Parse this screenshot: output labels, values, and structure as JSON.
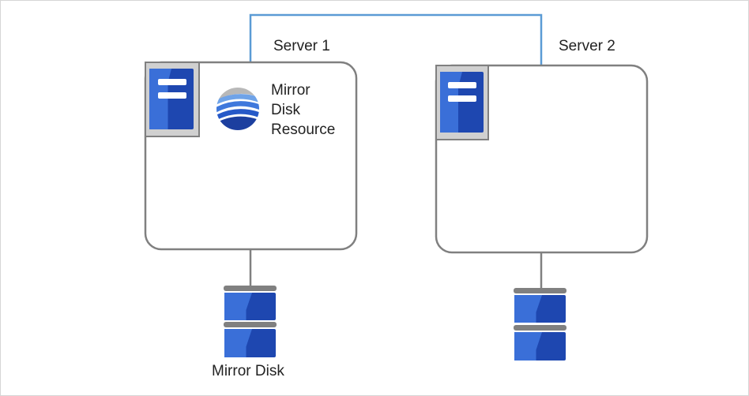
{
  "servers": [
    {
      "label": "Server 1"
    },
    {
      "label": "Server 2"
    }
  ],
  "resource": {
    "lines": [
      "Mirror",
      "Disk",
      "Resource"
    ],
    "icon": "mirror-disk-resource-icon"
  },
  "disk": {
    "label": "Mirror Disk"
  },
  "colors": {
    "interconnect": "#5b9bd5",
    "server_outline": "#808080",
    "server_icon_dark": "#1e47b0",
    "server_icon_light": "#3a6fd8",
    "server_icon_bg": "#d0d0d0",
    "disk_cap": "#808080"
  }
}
